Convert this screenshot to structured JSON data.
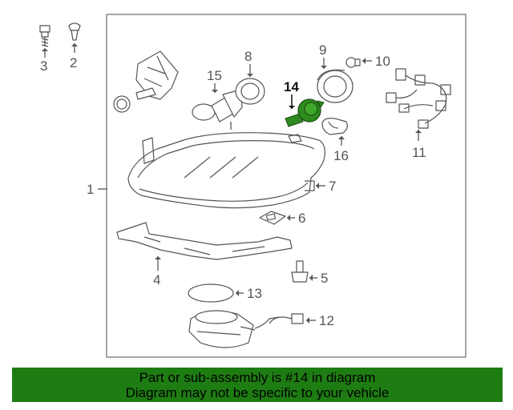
{
  "diagram": {
    "callouts": [
      {
        "id": "1",
        "text": "1"
      },
      {
        "id": "2",
        "text": "2"
      },
      {
        "id": "3",
        "text": "3"
      },
      {
        "id": "4",
        "text": "4"
      },
      {
        "id": "5",
        "text": "5"
      },
      {
        "id": "6",
        "text": "6"
      },
      {
        "id": "7",
        "text": "7"
      },
      {
        "id": "8",
        "text": "8"
      },
      {
        "id": "9",
        "text": "9"
      },
      {
        "id": "10",
        "text": "10"
      },
      {
        "id": "11",
        "text": "11"
      },
      {
        "id": "12",
        "text": "12"
      },
      {
        "id": "13",
        "text": "13"
      },
      {
        "id": "14",
        "text": "14"
      },
      {
        "id": "15",
        "text": "15"
      },
      {
        "id": "16",
        "text": "16"
      }
    ],
    "highlighted_part": "14",
    "highlight_color": "#2e8b1f"
  },
  "banner": {
    "line1": "Part or sub-assembly is #14 in diagram",
    "line2": "Diagram may not be specific to your vehicle",
    "background": "#1e7d12"
  }
}
